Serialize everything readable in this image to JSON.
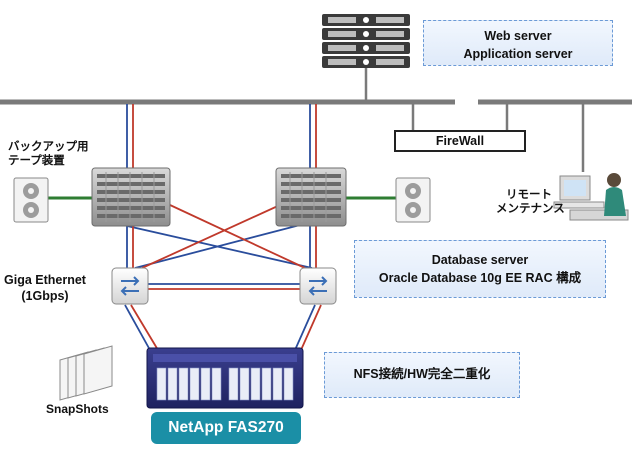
{
  "nodes": {
    "web_server": {
      "line1": "Web server",
      "line2": "Application server"
    },
    "firewall": {
      "label": "FireWall"
    },
    "backup": {
      "line1": "バックアップ用",
      "line2": "テープ装置"
    },
    "remote": {
      "line1": "リモート",
      "line2": "メンテナンス"
    },
    "database": {
      "line1": "Database server",
      "line2": "Oracle Database 10g EE RAC 構成"
    },
    "switch_label": {
      "line1": "Giga Ethernet",
      "line2": "(1Gbps)"
    },
    "nfs": {
      "label": "NFS接続/HW完全二重化"
    },
    "snapshots": {
      "label": "SnapShots"
    },
    "storage": {
      "label": "NetApp FAS270"
    }
  },
  "colors": {
    "lan": "#7a7a7a",
    "link_blue": "#2a4d9c",
    "link_red": "#c0392b",
    "tape_link": "#2e7d32",
    "callout_border": "#6b9ad6",
    "storage_label_bg": "#1b8fa6",
    "storage_body": "#2a2f7a"
  },
  "icons": [
    "server-rack-icon",
    "firewall-icon",
    "tape-drive-icon",
    "db-server-icon",
    "switch-icon",
    "storage-array-icon",
    "snapshot-icon",
    "workstation-icon"
  ]
}
